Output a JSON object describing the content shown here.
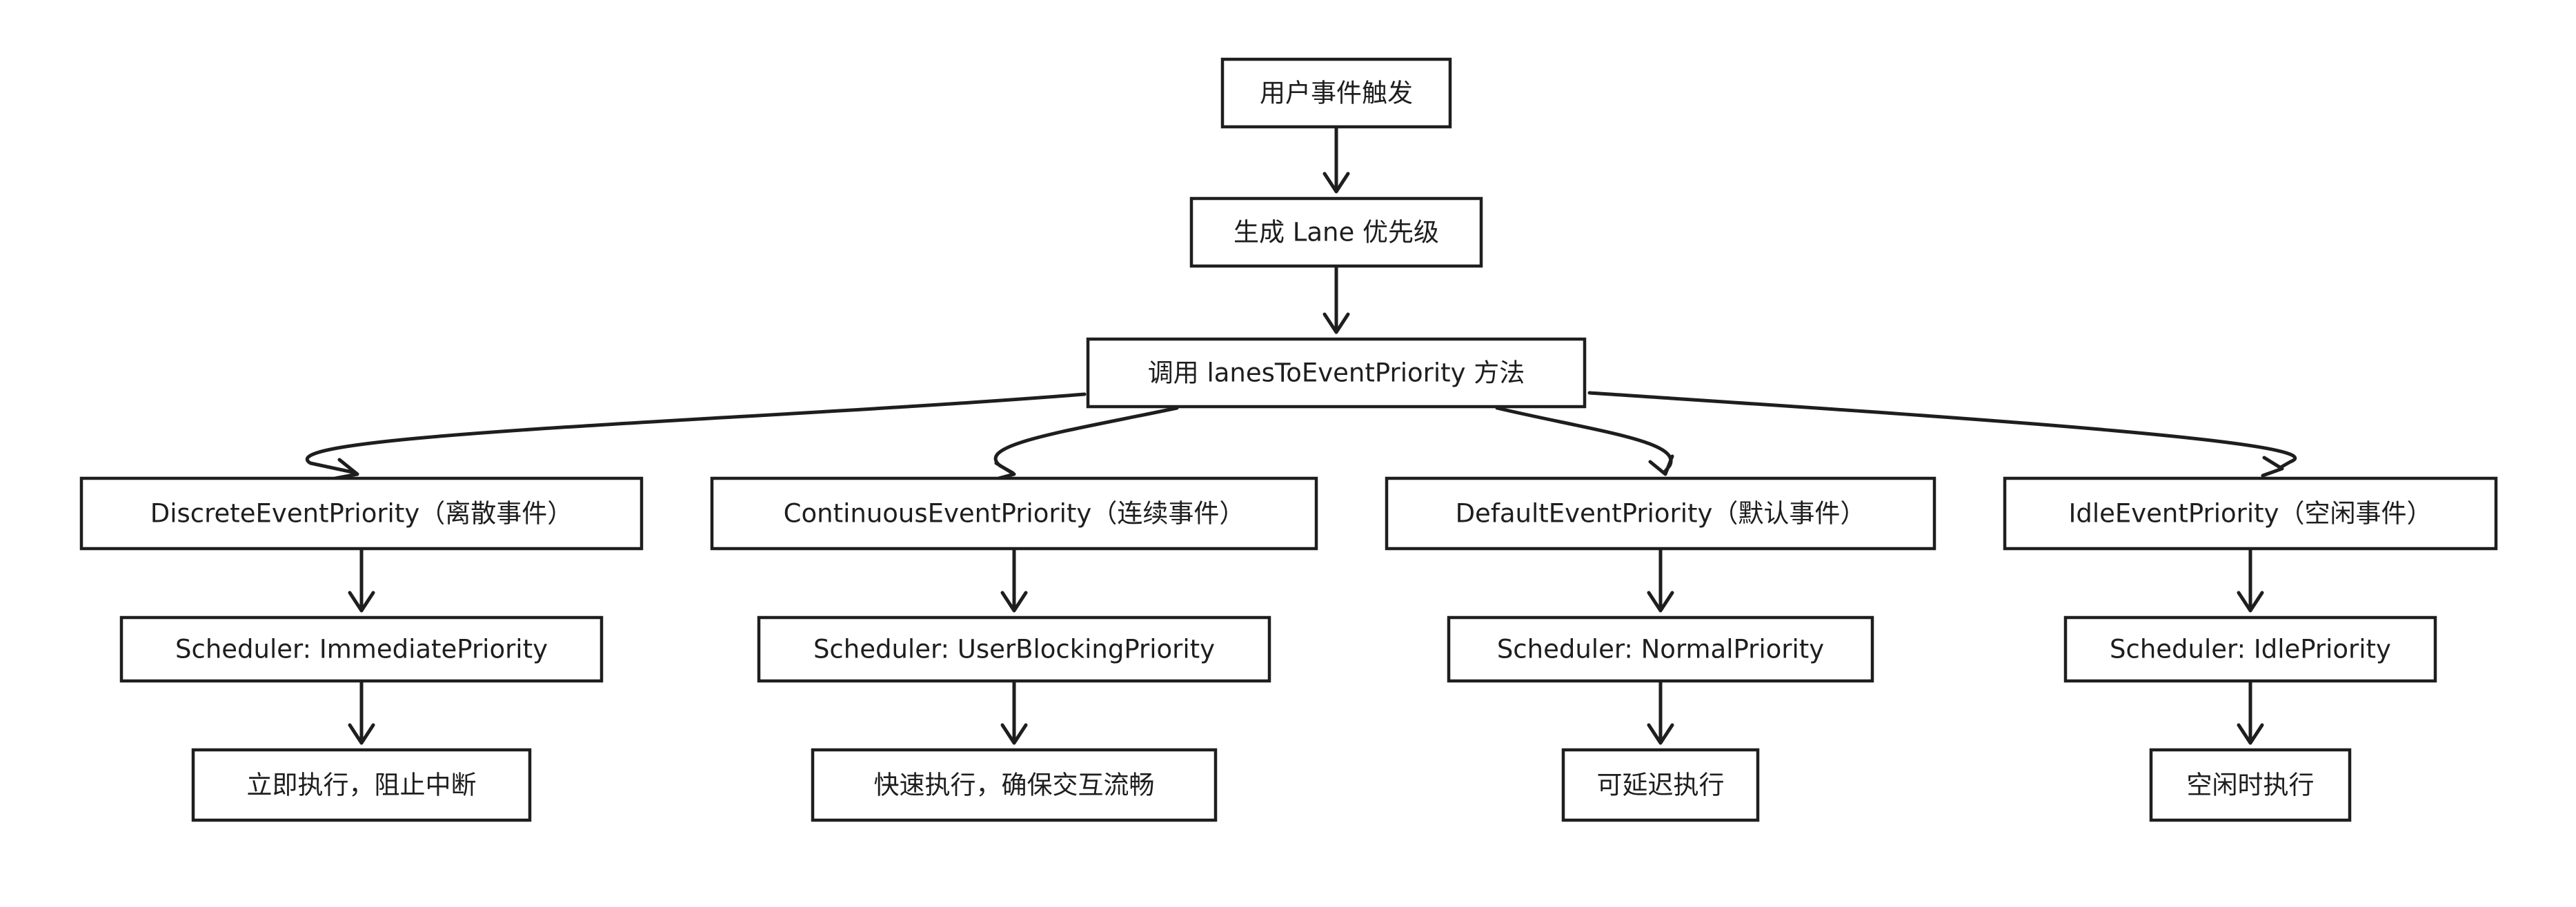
{
  "nodes": {
    "trigger": "用户事件触发",
    "generate_lane": "生成 Lane 优先级",
    "call_method": "调用 lanesToEventPriority 方法",
    "discrete": "DiscreteEventPriority（离散事件）",
    "continuous": "ContinuousEventPriority（连续事件）",
    "default": "DefaultEventPriority（默认事件）",
    "idle": "IdleEventPriority（空闲事件）",
    "sched_immediate": "Scheduler: ImmediatePriority",
    "sched_userblocking": "Scheduler: UserBlockingPriority",
    "sched_normal": "Scheduler: NormalPriority",
    "sched_idle": "Scheduler: IdlePriority",
    "result_immediate": "立即执行，阻止中断",
    "result_userblocking": "快速执行，确保交互流畅",
    "result_normal": "可延迟执行",
    "result_idle": "空闲时执行"
  },
  "colors": {
    "stroke": "#1e1e1e",
    "background": "#ffffff"
  }
}
